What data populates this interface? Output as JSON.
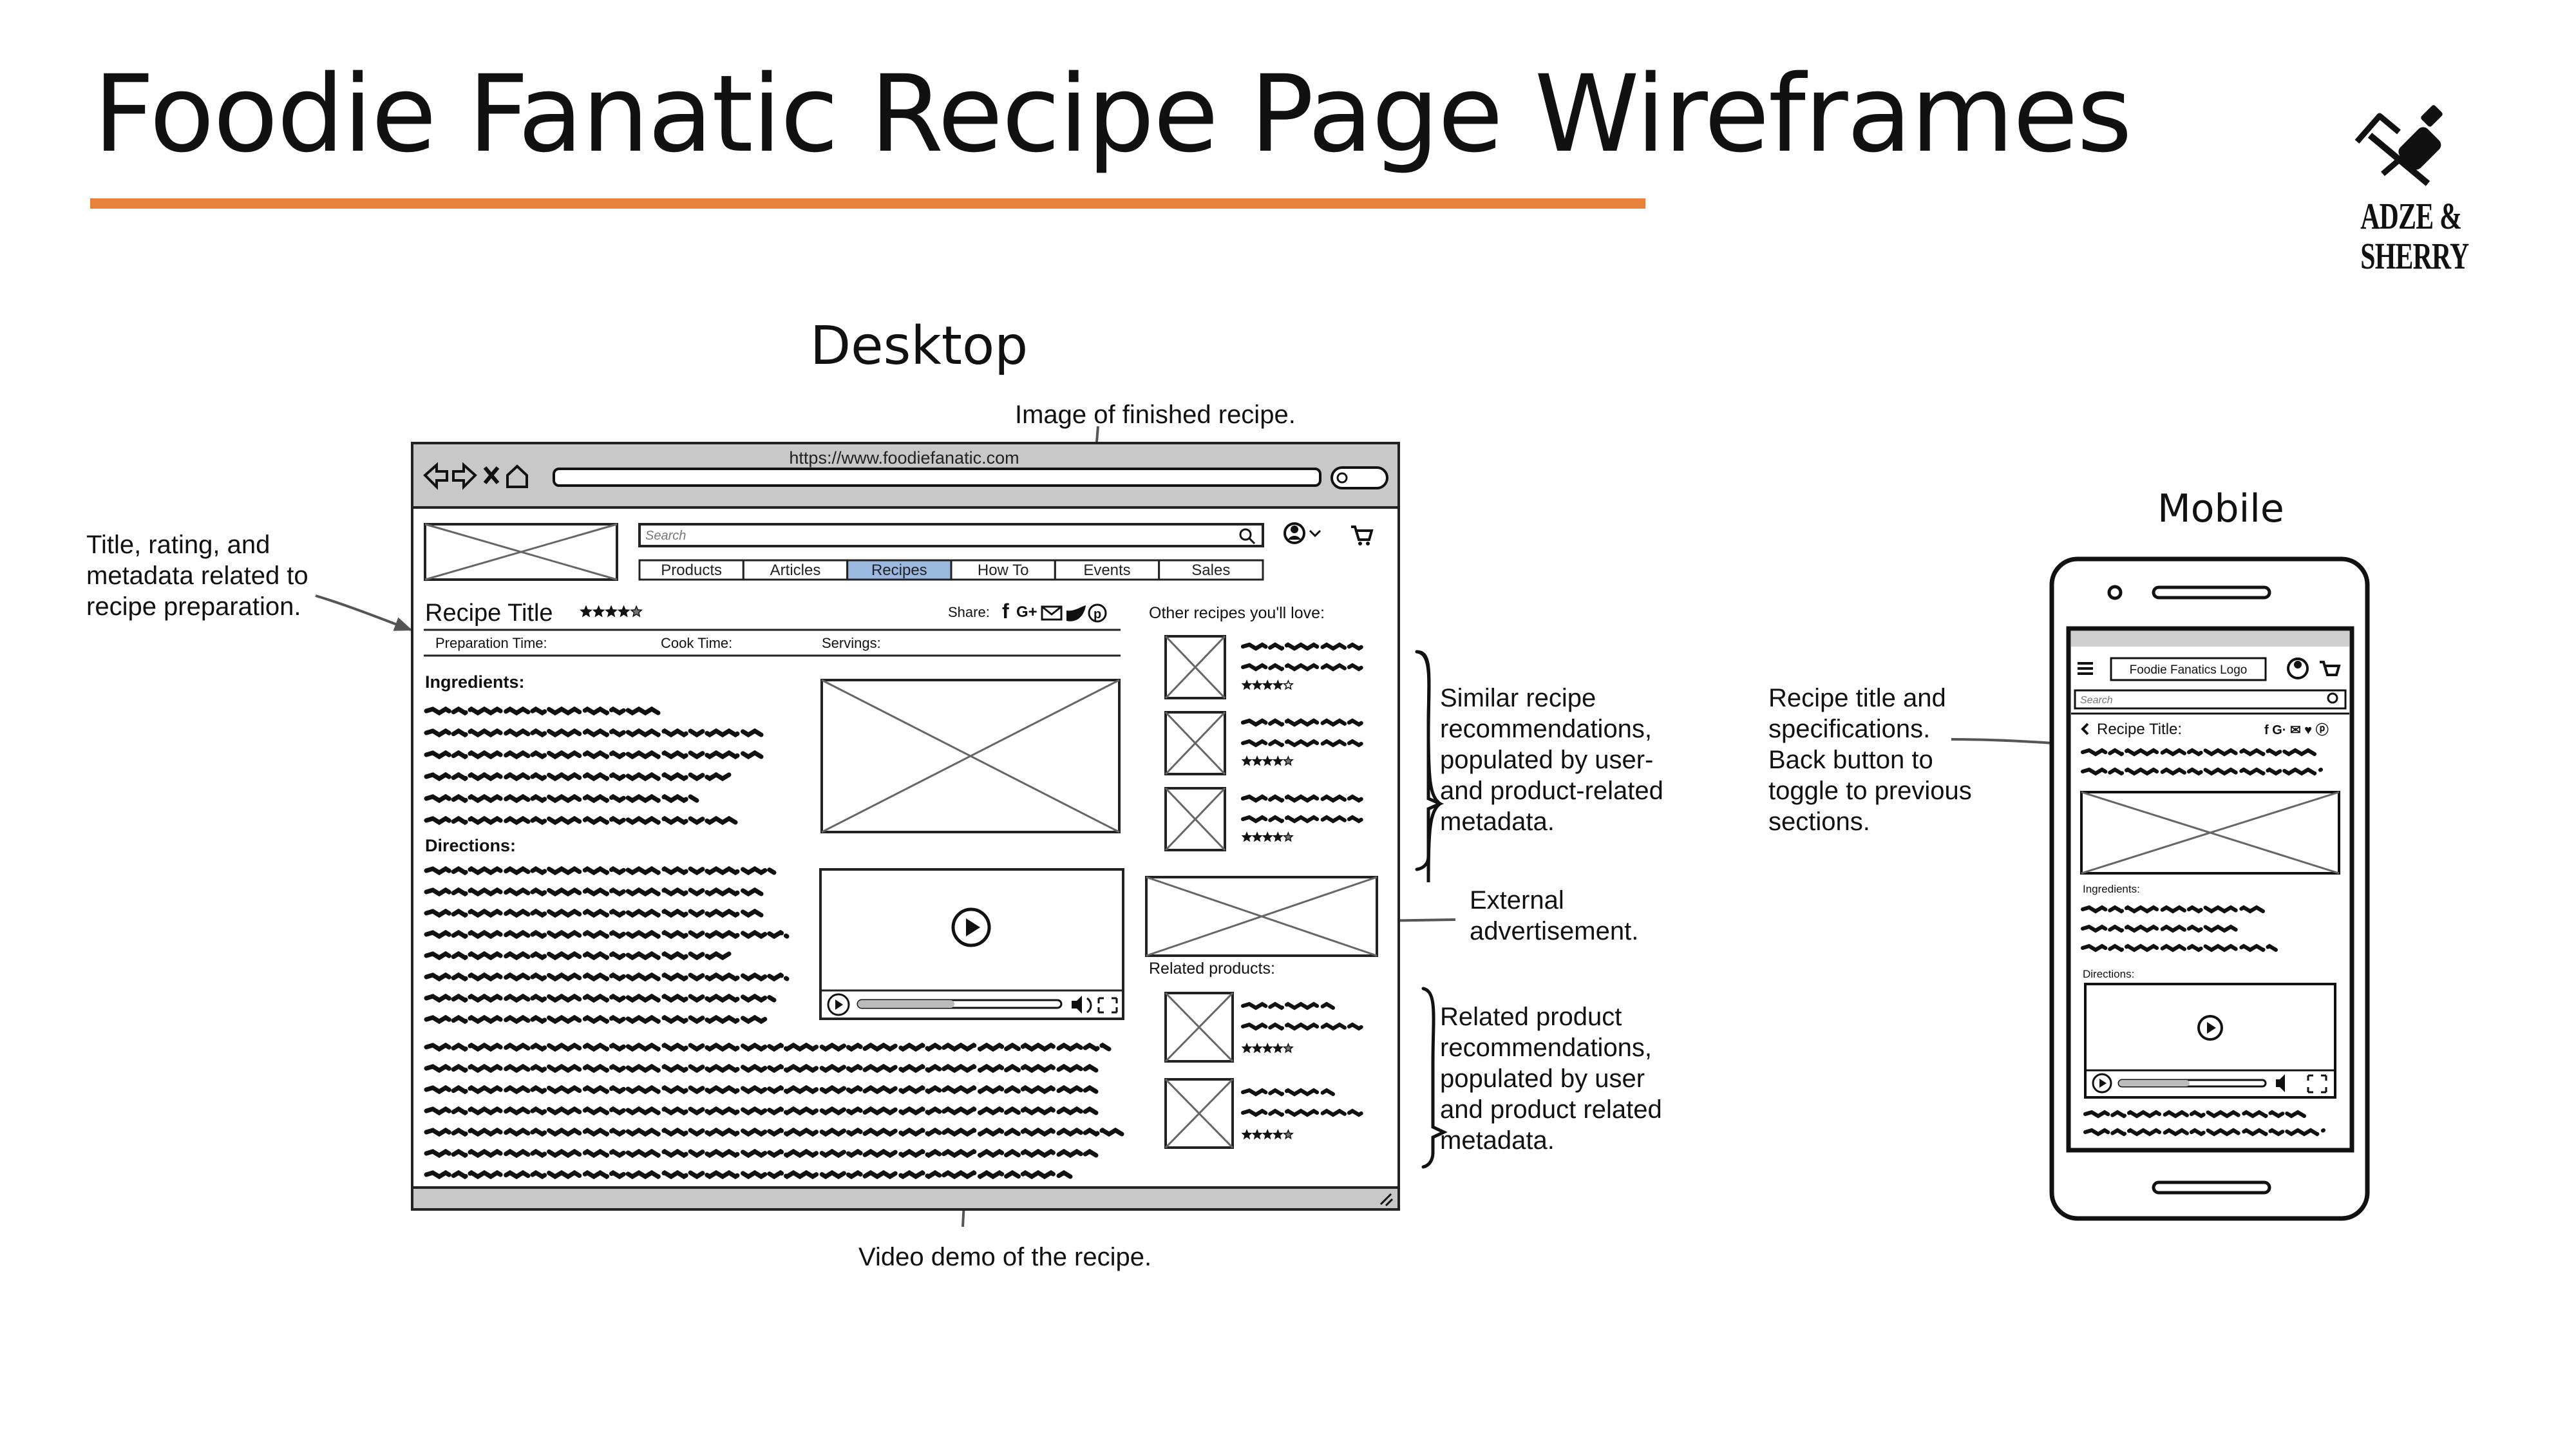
{
  "page_title": "Foodie Fanatic Recipe Page Wireframes",
  "colors": {
    "accent": "#e8813a",
    "ink": "#222222",
    "chrome": "#c8c8c8",
    "tab_active": "#9ab8e0"
  },
  "logo": {
    "line1": "ADZE &",
    "line2": "SHERRY",
    "icon": "adze-and-sherry-logo-icon"
  },
  "desktop": {
    "label": "Desktop",
    "url": "https://www.foodiefanatic.com",
    "search_placeholder": "Search",
    "nav": [
      "Products",
      "Articles",
      "Recipes",
      "How To",
      "Events",
      "Sales"
    ],
    "active_tab": "Recipes",
    "recipe_title": "Recipe Title",
    "share_label": "Share:",
    "meta": {
      "prep": "Preparation Time:",
      "cook": "Cook Time:",
      "servings": "Servings:"
    },
    "ingredients_label": "Ingredients:",
    "directions_label": "Directions:",
    "other_recipes_label": "Other recipes you'll love:",
    "related_products_label": "Related products:",
    "other_recipe_ratings": [
      4,
      4.5,
      4.5
    ],
    "recipe_rating": 4.5,
    "related_product_ratings": [
      4.5,
      4.5
    ]
  },
  "mobile": {
    "label": "Mobile",
    "logo_text": "Foodie Fanatics Logo",
    "search_placeholder": "Search",
    "recipe_title": "Recipe Title:",
    "ingredients_label": "Ingredients:",
    "directions_label": "Directions:"
  },
  "annotations": {
    "title_meta": [
      "Title, rating, and",
      "metadata related to",
      "recipe preparation."
    ],
    "image": [
      "Image of finished recipe."
    ],
    "similar": [
      "Similar recipe",
      "recommendations,",
      "populated by user-",
      "and product-related",
      "metadata."
    ],
    "ad": [
      "External",
      "advertisement."
    ],
    "related": [
      "Related product",
      "recommendations,",
      "populated by user",
      "and product related",
      "metadata."
    ],
    "video": [
      "Video demo of the recipe."
    ],
    "mobile_title": [
      "Recipe title and",
      "specifications.",
      "Back button to",
      "toggle to previous",
      "sections."
    ]
  }
}
